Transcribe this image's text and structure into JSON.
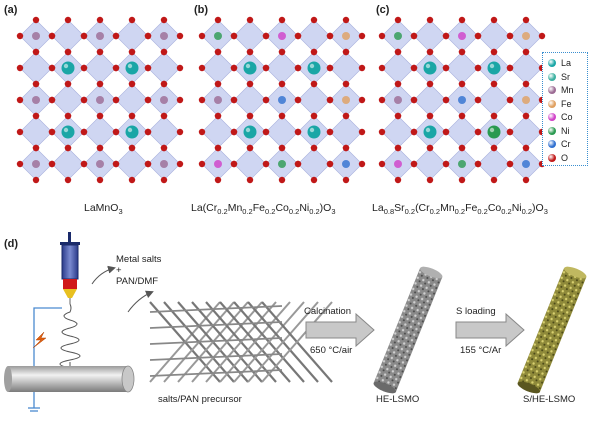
{
  "panels": {
    "a": {
      "letter": "(a)",
      "formula_html": "LaMnO<sub>3</sub>"
    },
    "b": {
      "letter": "(b)",
      "formula_html": "La(Cr<sub>0.2</sub>Mn<sub>0.2</sub>Fe<sub>0.2</sub>Co<sub>0.2</sub>Ni<sub>0.2</sub>)O<sub>3</sub>"
    },
    "c": {
      "letter": "(c)",
      "formula_html": "La<sub>0.8</sub>Sr<sub>0.2</sub>(Cr<sub>0.2</sub>Mn<sub>0.2</sub>Fe<sub>0.2</sub>Co<sub>0.2</sub>Ni<sub>0.2</sub>)O<sub>3</sub>"
    },
    "d": {
      "letter": "(d)"
    }
  },
  "legend": {
    "items": [
      {
        "label": "La",
        "color": "#1aa6a6"
      },
      {
        "label": "Sr",
        "color": "#3ab0a0"
      },
      {
        "label": "Mn",
        "color": "#9b6a93"
      },
      {
        "label": "Fe",
        "color": "#e0a060"
      },
      {
        "label": "Co",
        "color": "#d040c8"
      },
      {
        "label": "Ni",
        "color": "#2a9a50"
      },
      {
        "label": "Cr",
        "color": "#3070d0"
      },
      {
        "label": "O",
        "color": "#c01818"
      }
    ]
  },
  "process": {
    "metal_salts": "Metal salts",
    "plus": "+",
    "pan_dmf": "PAN/DMF",
    "precursor": "salts/PAN precursor",
    "calcination": "Calcination",
    "calcination_cond": "650 °C/air",
    "s_loading": "S loading",
    "s_loading_cond": "155 °C/Ar",
    "he_lsmo": "HE-LSMO",
    "s_he_lsmo": "S/HE-LSMO"
  },
  "colors": {
    "octahedron": "#c7cff0",
    "octahedron_edge": "#9aa4d8",
    "oxygen": "#c01818",
    "center_a": "#1aa6a6",
    "he_rod": "#8a8a8a",
    "s_rod": "#8f8a3a"
  }
}
